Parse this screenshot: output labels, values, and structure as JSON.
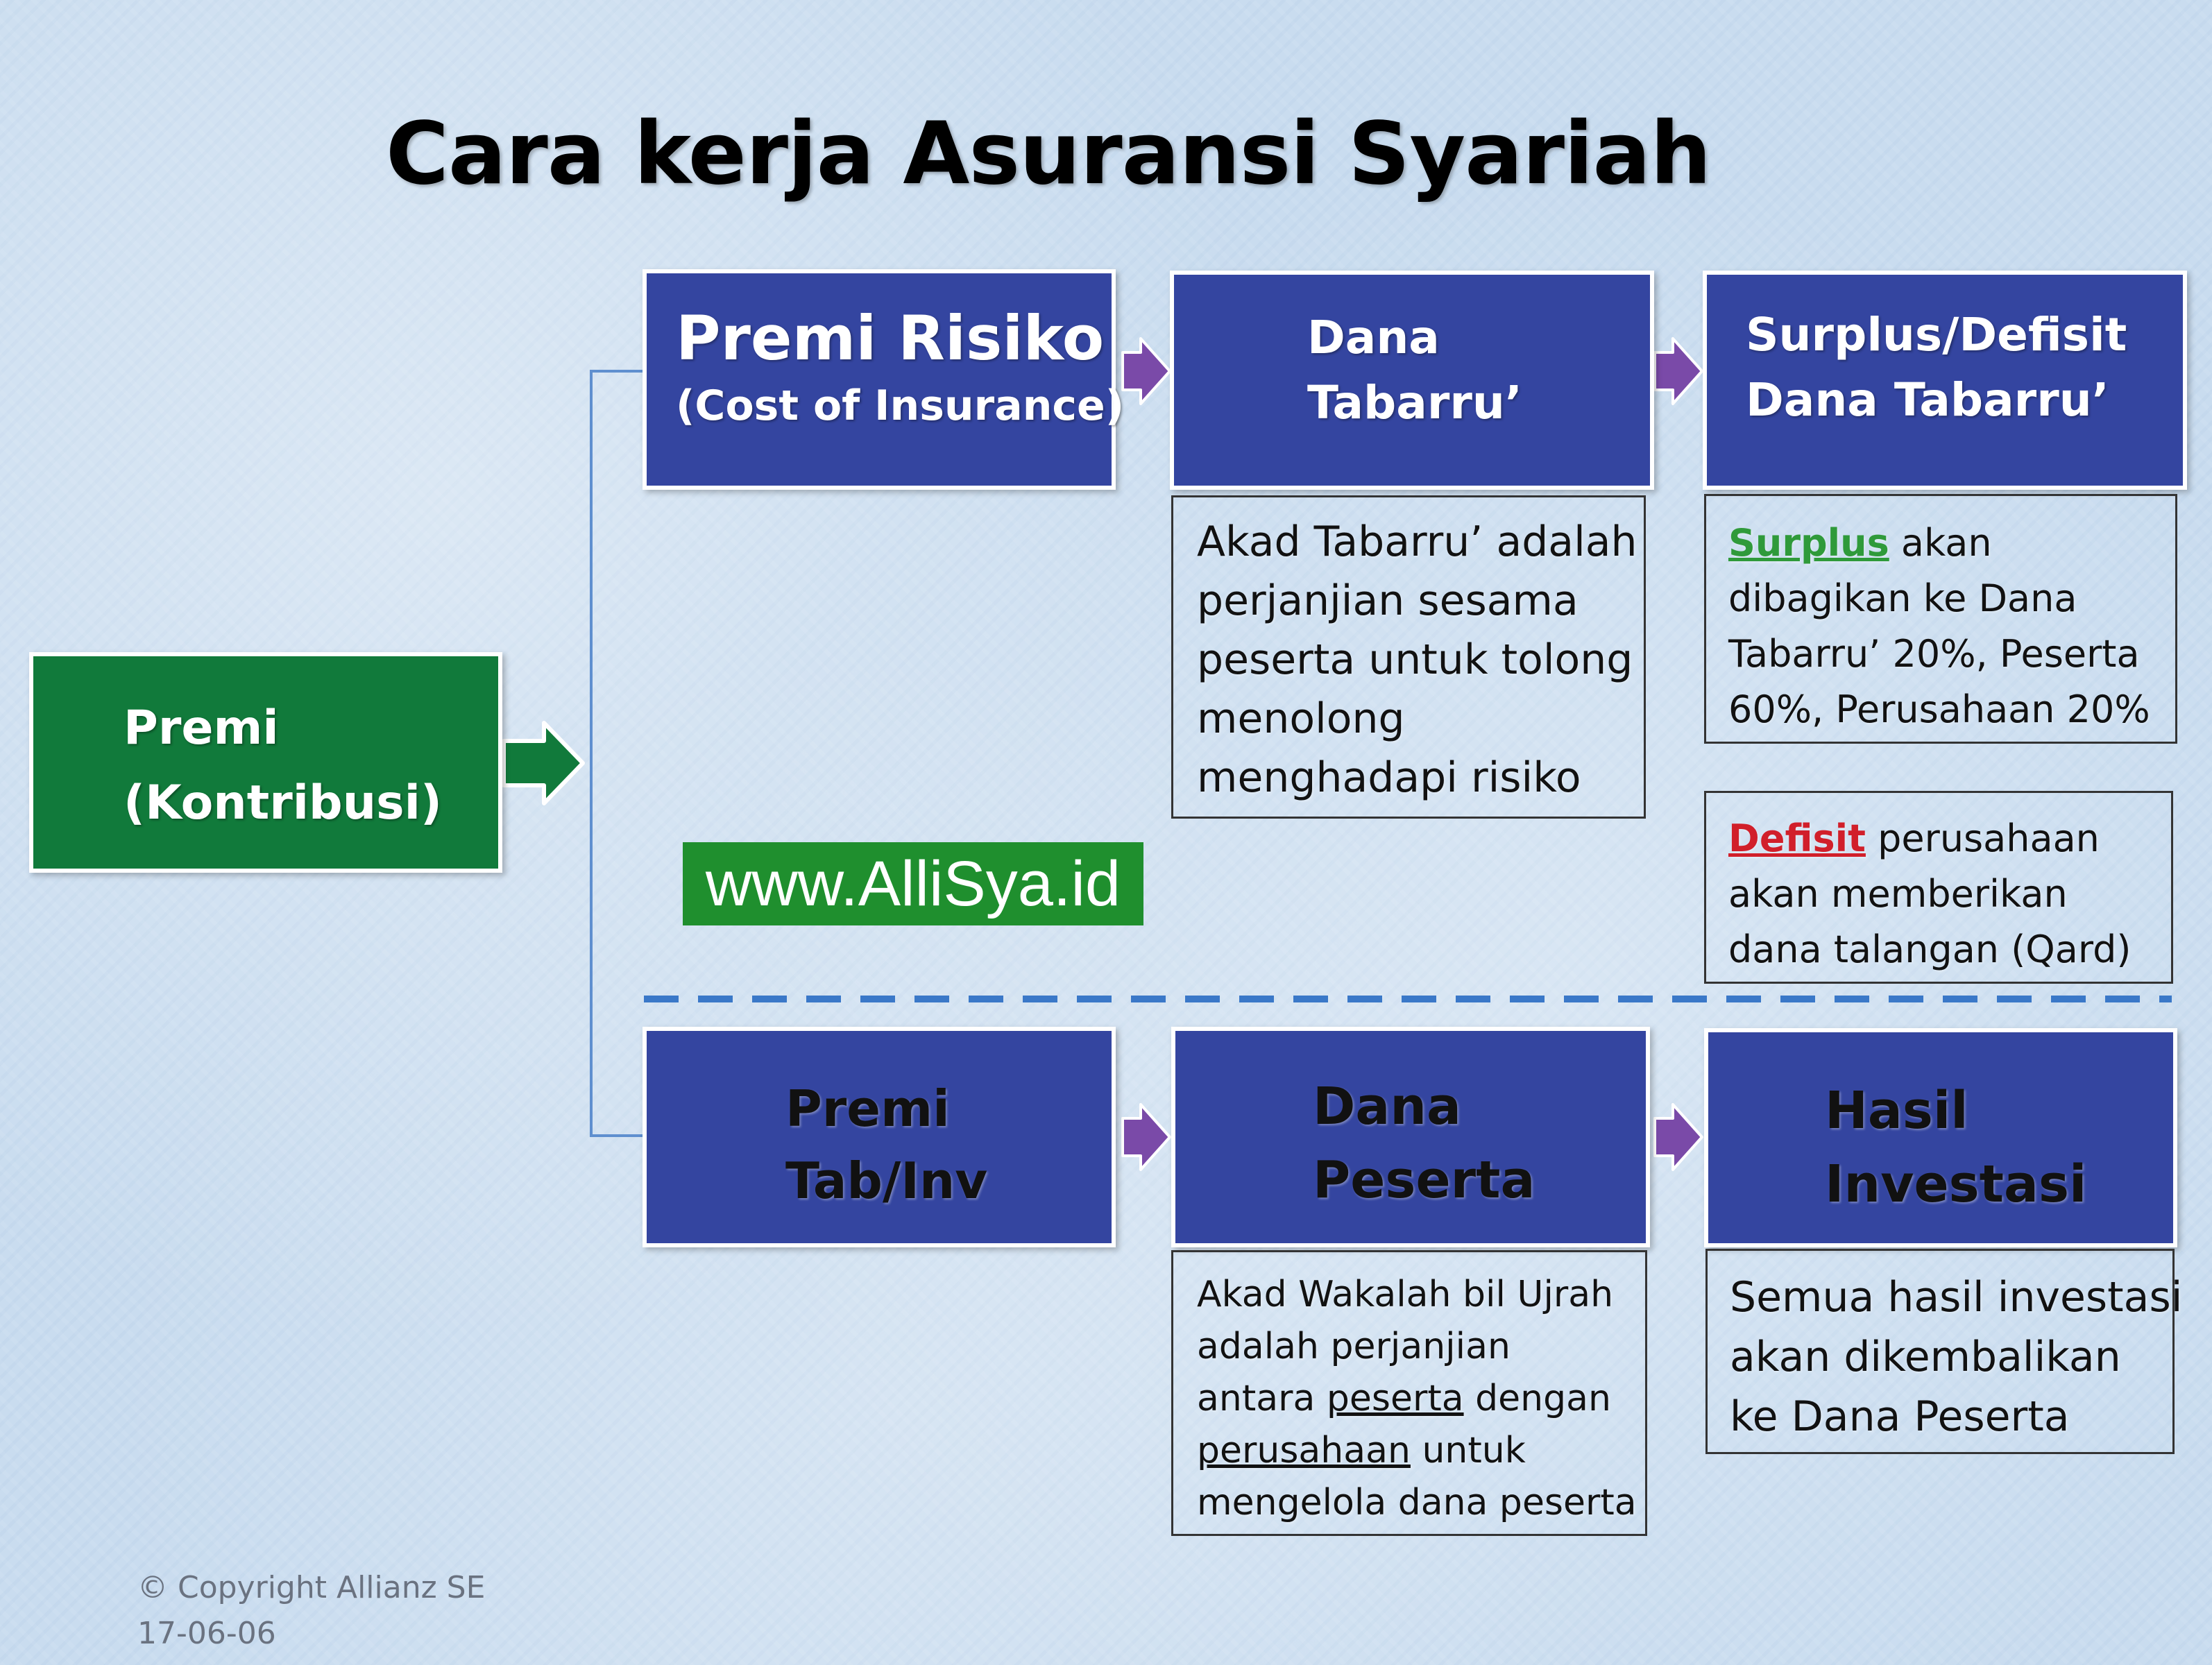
{
  "title": "Cara kerja Asuransi Syariah",
  "premi_box": {
    "line1": "Premi",
    "line2": "(Kontribusi)"
  },
  "top_row": {
    "premi_risiko": {
      "line1": "Premi Risiko",
      "line2": "(Cost of Insurance)"
    },
    "dana_tabarru": {
      "line1": "Dana",
      "line2": "Tabarru’"
    },
    "surplus_defisit": {
      "line1": "Surplus/Defisit",
      "line2": "Dana Tabarru’"
    },
    "akad_tabarru": [
      "Akad Tabarru’ adalah",
      "perjanjian sesama",
      "peserta untuk tolong",
      "menolong",
      "menghadapi risiko"
    ],
    "surplus_note": {
      "keyword": "Surplus",
      "line1_rest": " akan",
      "lines": [
        "dibagikan ke Dana",
        "Tabarru’ 20%, Peserta",
        "60%, Perusahaan 20%"
      ]
    },
    "defisit_note": {
      "keyword": "Defisit",
      "line1_rest": " perusahaan",
      "lines": [
        "akan memberikan",
        "dana talangan (Qard)"
      ]
    }
  },
  "bottom_row": {
    "premi_tab": {
      "line1": "Premi",
      "line2": "Tab/Inv"
    },
    "dana_peserta": {
      "line1": "Dana",
      "line2": "Peserta"
    },
    "hasil_investasi": {
      "line1": "Hasil",
      "line2": "Investasi"
    },
    "akad_wakalah": {
      "line1": "Akad Wakalah bil Ujrah",
      "line2": "adalah perjanjian",
      "line3_a": "antara ",
      "line3_u": "peserta",
      "line3_b": " dengan",
      "line4_u": "perusahaan",
      "line4_b": " untuk",
      "line5": "mengelola dana peserta"
    },
    "hasil_note": [
      "Semua hasil investasi",
      "akan dikembalikan",
      "ke Dana Peserta"
    ]
  },
  "watermark": "www.AlliSya.id",
  "copyright": {
    "line1": "© Copyright Allianz SE",
    "line2": "17-06-06"
  },
  "colors": {
    "blue_box": "#3445a0",
    "green_box": "#117a3b",
    "arrow_purple": "#7a4aa8",
    "arrow_green": "#117a3b",
    "dash_line": "#3a78c8",
    "connector": "#5f8fcf"
  }
}
